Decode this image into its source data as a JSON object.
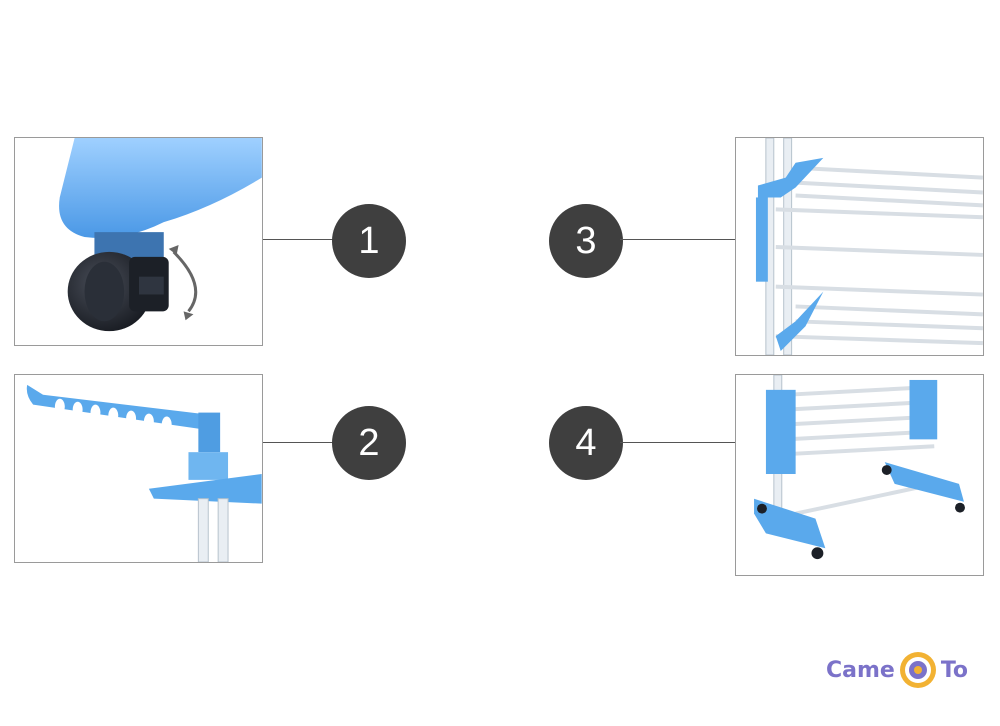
{
  "callouts": [
    {
      "number": "1",
      "depicts": "wheel"
    },
    {
      "number": "2",
      "depicts": "hanger"
    },
    {
      "number": "3",
      "depicts": "shelves"
    },
    {
      "number": "4",
      "depicts": "base"
    }
  ],
  "colors": {
    "badge": "#3f3f3f",
    "accent_blue": "#5aa9ec",
    "line": "#555555",
    "logo_text": "#7b72c9",
    "logo_emblem": "#f2b233"
  },
  "logo": {
    "text_left": "Came",
    "text_right": "To",
    "emblem_icon": "target-emblem-icon"
  }
}
